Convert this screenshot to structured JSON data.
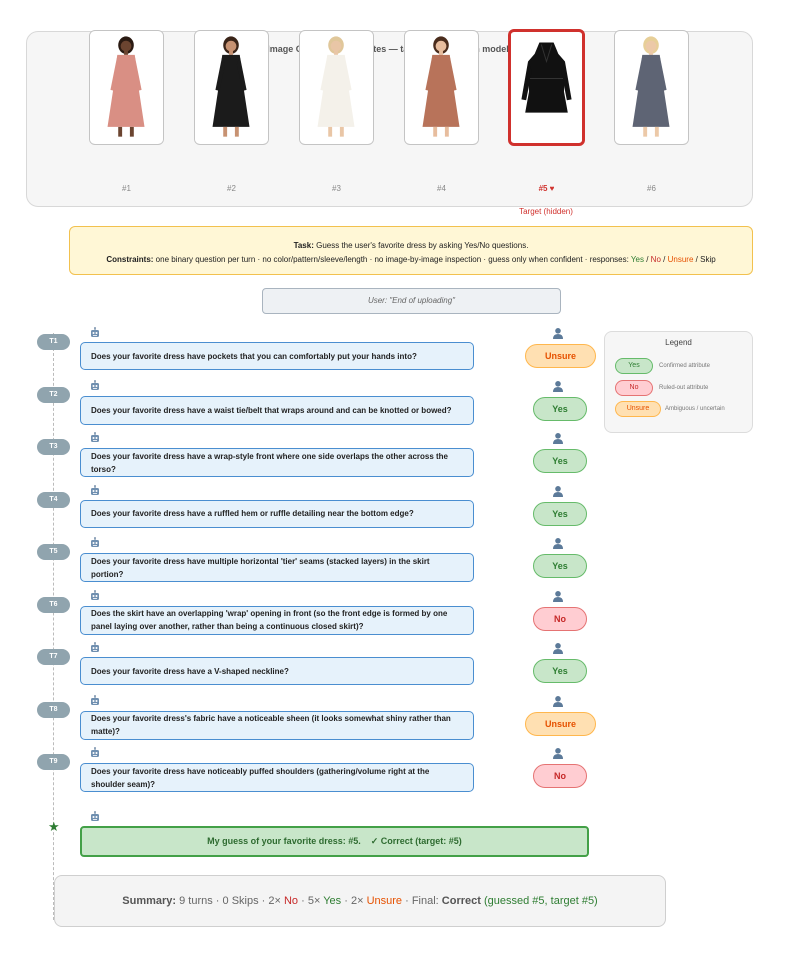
{
  "gallery": {
    "title": "Image Gallery (6 candidates — target hidden from model)",
    "items": [
      {
        "label": "#1",
        "dress_color": "#d98f84",
        "skin": "#6b4430",
        "hair": "#2a1a12"
      },
      {
        "label": "#2",
        "dress_color": "#1b1b1b",
        "skin": "#c79272",
        "hair": "#3a2418"
      },
      {
        "label": "#3",
        "dress_color": "#f4f1ea",
        "skin": "#e9c6a6",
        "hair": "#e0c79a"
      },
      {
        "label": "#4",
        "dress_color": "#b8735a",
        "skin": "#e7bd9e",
        "hair": "#4a2c1c"
      },
      {
        "label": "#5 ♥",
        "dress_color": "#111111",
        "skin": "#ffffff",
        "hair": "#ffffff"
      },
      {
        "label": "#6",
        "dress_color": "#5e6474",
        "skin": "#ecc9a8",
        "hair": "#e7cf98"
      }
    ],
    "target_note": "Target (hidden)"
  },
  "task": {
    "task_label": "Task:",
    "task_text": "Guess the user's favorite dress by asking Yes/No questions.",
    "constraints_label": "Constraints:",
    "constraints_text": "one binary question per turn · no color/pattern/sleeve/length · no image-by-image inspection · guess only when confident · responses:",
    "resp_yes": "Yes",
    "resp_no": "No",
    "resp_unsure": "Unsure",
    "resp_skip": "Skip",
    "sep": "/"
  },
  "user_upload": "User: \"End of uploading\"",
  "turns": [
    {
      "label": "T1",
      "question": "Does your favorite dress have pockets that you can comfortably put your hands into?",
      "answer": "Unsure",
      "kind": "unsure"
    },
    {
      "label": "T2",
      "question": "Does your favorite dress have a waist tie/belt that wraps around and can be knotted or bowed?",
      "answer": "Yes",
      "kind": "yes"
    },
    {
      "label": "T3",
      "question": "Does your favorite dress have a wrap-style front where one side overlaps the other across the torso?",
      "answer": "Yes",
      "kind": "yes"
    },
    {
      "label": "T4",
      "question": "Does your favorite dress have a ruffled hem or ruffle detailing near the bottom edge?",
      "answer": "Yes",
      "kind": "yes"
    },
    {
      "label": "T5",
      "question": "Does your favorite dress have multiple horizontal 'tier' seams (stacked layers) in the skirt portion?",
      "answer": "Yes",
      "kind": "yes"
    },
    {
      "label": "T6",
      "question": "Does the skirt have an overlapping 'wrap' opening in front (so the front edge is formed by one panel laying over another, rather than being a continuous closed skirt)?",
      "answer": "No",
      "kind": "no"
    },
    {
      "label": "T7",
      "question": "Does your favorite dress have a V-shaped neckline?",
      "answer": "Yes",
      "kind": "yes"
    },
    {
      "label": "T8",
      "question": "Does your favorite dress's fabric have a noticeable sheen (it looks somewhat shiny rather than matte)?",
      "answer": "Unsure",
      "kind": "unsure"
    },
    {
      "label": "T9",
      "question": "Does your favorite dress have noticeably puffed shoulders (gathering/volume right at the shoulder seam)?",
      "answer": "No",
      "kind": "no"
    }
  ],
  "legend": {
    "title": "Legend",
    "items": [
      {
        "chip": "Yes",
        "kind": "yes",
        "text": "Confirmed attribute"
      },
      {
        "chip": "No",
        "kind": "no",
        "text": "Ruled-out attribute"
      },
      {
        "chip": "Unsure",
        "kind": "unsure",
        "text": "Ambiguous / uncertain"
      }
    ]
  },
  "final": {
    "star": "★",
    "guess": "My guess of your favorite dress: #5.",
    "result": "✓ Correct (target: #5)"
  },
  "summary": {
    "label": "Summary:",
    "part1": "9 turns · 0 Skips · 2×",
    "no": "No",
    "part2": "· 5×",
    "yes": "Yes",
    "part3": "· 2×",
    "unsure": "Unsure",
    "part4": "· Final:",
    "correct": "Correct",
    "part5": "(guessed #5, target #5)"
  },
  "colors": {
    "yes": "#2e7d32",
    "no": "#c62828",
    "unsure": "#e65100",
    "question_bg": "#e6f2fb",
    "question_border": "#4a8ed0",
    "target_border": "#d0312d"
  }
}
